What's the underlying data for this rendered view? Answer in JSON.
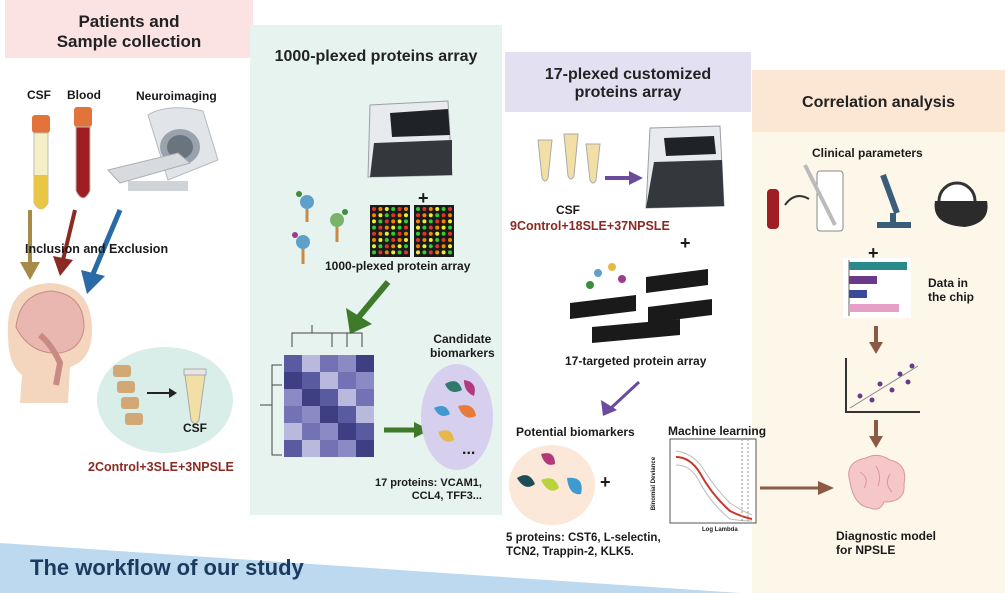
{
  "panels": {
    "p1": {
      "title": "Patients and\nSample collection"
    },
    "p2": {
      "title": "1000-plexed proteins array"
    },
    "p3": {
      "title": "17-plexed customized\nproteins array"
    },
    "p4": {
      "title": "Correlation analysis"
    }
  },
  "p1": {
    "csf": "CSF",
    "blood": "Blood",
    "neuroimaging": "Neuroimaging",
    "inclusion": "Inclusion and Exclusion",
    "csf2": "CSF",
    "cohort": "2Control+3SLE+3NPSLE"
  },
  "p2": {
    "array_label": "1000-plexed protein array",
    "candidate": "Candidate\nbiomarkers",
    "proteins": "17 proteins:  VCAM1,\nCCL4, TFF3...",
    "plus": "+",
    "dots": "..."
  },
  "p3": {
    "csf": "CSF",
    "cohort": "9Control+18SLE+37NPSLE",
    "plus": "+",
    "array_label": "17-targeted protein array",
    "potential": "Potential biomarkers",
    "ml": "Machine learning",
    "proteins": "5 proteins:  CST6, L-selectin,\nTCN2, Trappin-2, KLK5.",
    "plus2": "+",
    "ml_ylabel": "Binomial Deviance",
    "ml_xlabel": "Log Lambda"
  },
  "p4": {
    "clinical": "Clinical parameters",
    "plus": "+",
    "data_chip": "Data in\nthe chip",
    "model": "Diagnostic model\nfor NPSLE"
  },
  "footer": "The workflow of our study",
  "colors": {
    "p1_header": "#fbe3e3",
    "p2_bg": "#e6f3ef",
    "p3_header": "#e3e0f2",
    "p4_header": "#fbe7d4",
    "p4_bg": "#fdf7ea",
    "arrow_green": "#3f7a2a",
    "arrow_purple": "#6a4b9c",
    "arrow_brown": "#8a5a44",
    "cohort_red": "#8b2a22"
  }
}
